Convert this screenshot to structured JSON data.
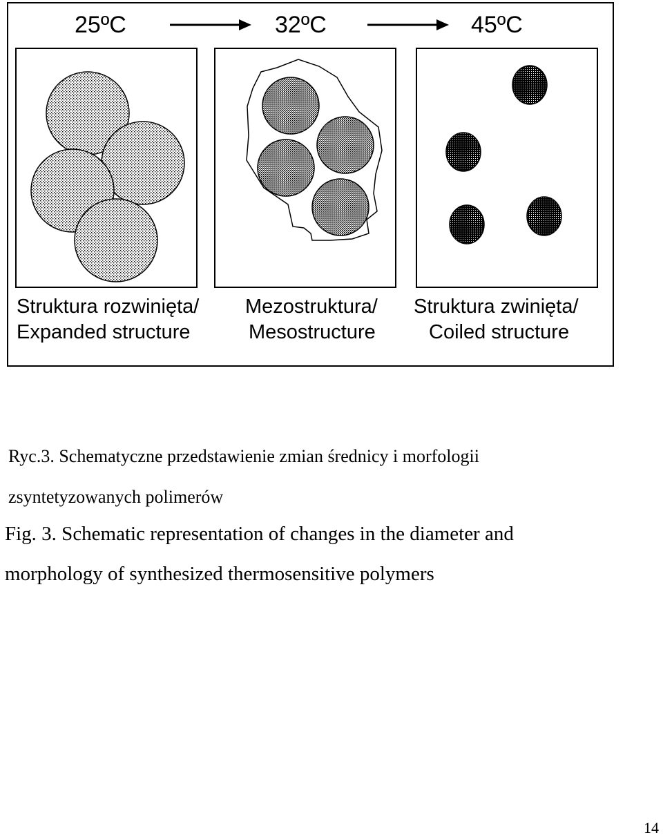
{
  "figure": {
    "temperatures": [
      "25ºC",
      "32ºC",
      "45ºC"
    ],
    "panels": [
      {
        "label_pl": "Struktura rozwinięta/",
        "label_en": "Expanded structure"
      },
      {
        "label_pl": "Mezostruktura/",
        "label_en": "Mesostructure"
      },
      {
        "label_pl": "Struktura zwinięta/",
        "label_en": "Coiled structure"
      }
    ]
  },
  "caption": {
    "pl_line1": "Ryc.3. Schematyczne przedstawienie zmian średnicy i morfologii",
    "pl_line2": "zsyntetyzowanych polimerów",
    "en_line1": "Fig. 3. Schematic representation of changes in the diameter and",
    "en_line2": "morphology of synthesized thermosensitive polymers"
  },
  "page_number": "14"
}
